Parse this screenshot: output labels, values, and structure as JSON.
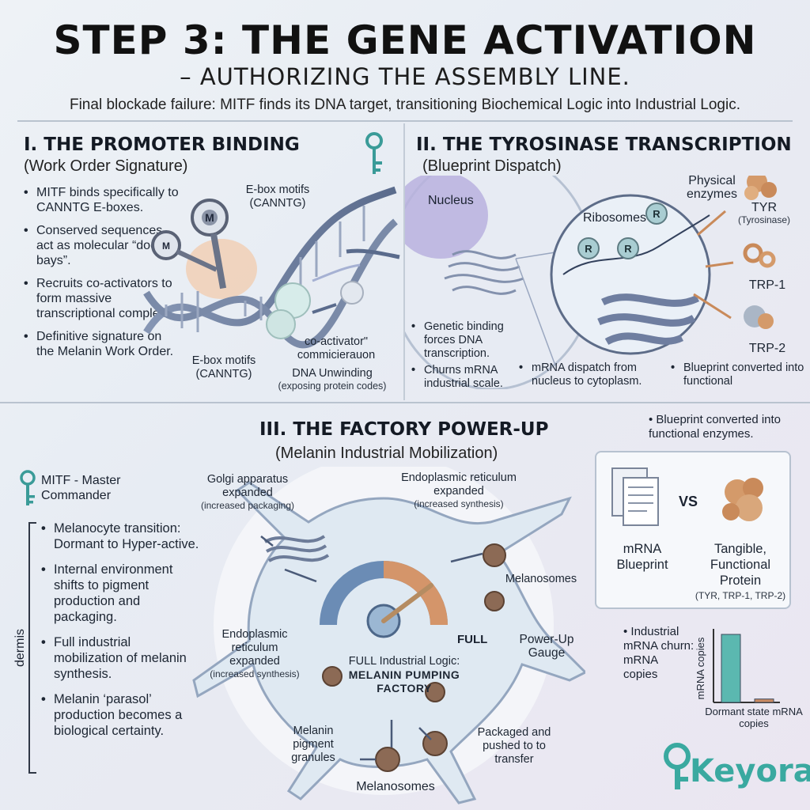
{
  "header": {
    "title": "STEP 3: THE GENE ACTIVATION",
    "subtitle": "– AUTHORIZING THE ASSEMBLY LINE.",
    "tagline": "Final blockade failure: MITF finds its DNA target, transitioning Biochemical Logic into Industrial Logic."
  },
  "section1": {
    "heading": "I. THE PROMOTER BINDING",
    "subheading": "(Work Order Signature)",
    "bullets": [
      "MITF binds specifically to CANNTG E-boxes.",
      "Conserved sequences act as molecular “docking bays”.",
      "Recruits co-activators to form massive transcriptional complex.",
      "Definitive signature on the Melanin Work Order."
    ],
    "labels": {
      "ebox_top": "E-box motifs",
      "ebox_top_seq": "(CANNTG)",
      "ebox_bottom": "E-box motifs",
      "ebox_bottom_seq": "(CANNTG)",
      "coactivator": "co-activator\" commicierauon",
      "unwinding": "DNA Unwinding",
      "unwinding_sub": "(exposing protein codes)",
      "key_letter": "M"
    }
  },
  "section2": {
    "heading": "II. THE TYROSINASE TRANSCRIPTION",
    "subheading": "(Blueprint Dispatch)",
    "labels": {
      "nucleus": "Nucleus",
      "ribosomes": "Ribosomes",
      "ribosome_letter": "R",
      "physical": "Physical enzymes",
      "tyr": "TYR",
      "tyr_sub": "(Tyrosinase)",
      "trp1": "TRP-1",
      "trp2": "TRP-2"
    },
    "bullets": [
      "Genetic binding forces DNA transcription.",
      "Churns mRNA industrial scale.",
      "mRNA dispatch from nucleus to cytoplasm.",
      "Blueprint converted into functional"
    ]
  },
  "section3": {
    "heading": "III. THE FACTORY POWER-UP",
    "subheading": "(Melanin Industrial Mobilization)",
    "mitf_label": "MITF - Master Commander",
    "side_label": "dermis",
    "bullets": [
      "Melanocyte transition: Dormant to Hyper-active.",
      "Internal environment shifts to pigment production and packaging.",
      "Full industrial mobilization of melanin synthesis.",
      "Melanin ‘parasol’ production becomes a biological certainty."
    ],
    "cell_labels": {
      "golgi": "Golgi apparatus expanded",
      "golgi_sub": "(increased packaging)",
      "er_top": "Endoplasmic reticulum expanded",
      "er_top_sub": "(increased synthesis)",
      "melanosomes_right": "Melanosomes",
      "er_left": "Endoplasmic reticulum expanded",
      "er_left_sub": "(increased synthesis)",
      "full": "FULL",
      "gauge": "Power-Up Gauge",
      "center_top": "FULL Industrial Logic:",
      "center_main": "MELANIN PUMPING FACTORY",
      "pigment": "Melanin pigment granules",
      "packaged": "Packaged and pushed to to transfer",
      "melanosomes_bottom": "Melanosomes"
    },
    "compare": {
      "note": "Blueprint converted into functional enzymes.",
      "left": "mRNA Blueprint",
      "vs": "VS",
      "right": "Tangible, Functional Protein",
      "right_sub": "(TYR, TRP-1, TRP-2)"
    },
    "mrna_chart": {
      "note": "Industrial mRNA churn: mRNA copies",
      "ylabel": "mRNA copies",
      "xlabel": "Dormant state mRNA copies"
    }
  },
  "chart_data": {
    "type": "bar",
    "categories": [
      "Industrial",
      "Dormant"
    ],
    "values": [
      100,
      5
    ],
    "ylabel": "mRNA copies",
    "xlabel": "Dormant state mRNA copies",
    "colors": [
      "#5bb8b0",
      "#c98a62"
    ]
  },
  "brand": {
    "name": "Keyora",
    "color": "#3aa9a0"
  },
  "colors": {
    "teal": "#3a9b98",
    "dna": "#5a6b8c",
    "enzyme": "#c98a5a",
    "panel": "#f3f5f8"
  }
}
